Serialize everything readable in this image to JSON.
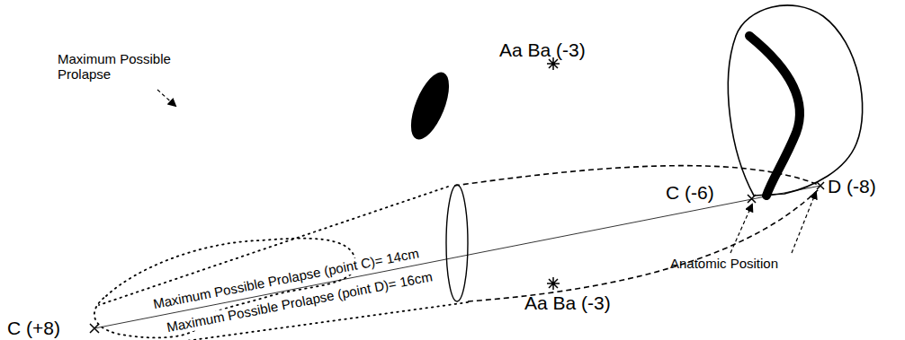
{
  "diagram": {
    "labels": [
      "Maximum Possible Prolapse",
      "Aa Ba (-3)",
      "Aa Ba (-3)",
      "C (-6)",
      "D (-8)",
      "Anatomic Position",
      "Maximum Possible Prolapse (point C)= 14cm",
      "Maximum Possible Prolapse (point D)= 16cm",
      "C (+8)"
    ]
  }
}
